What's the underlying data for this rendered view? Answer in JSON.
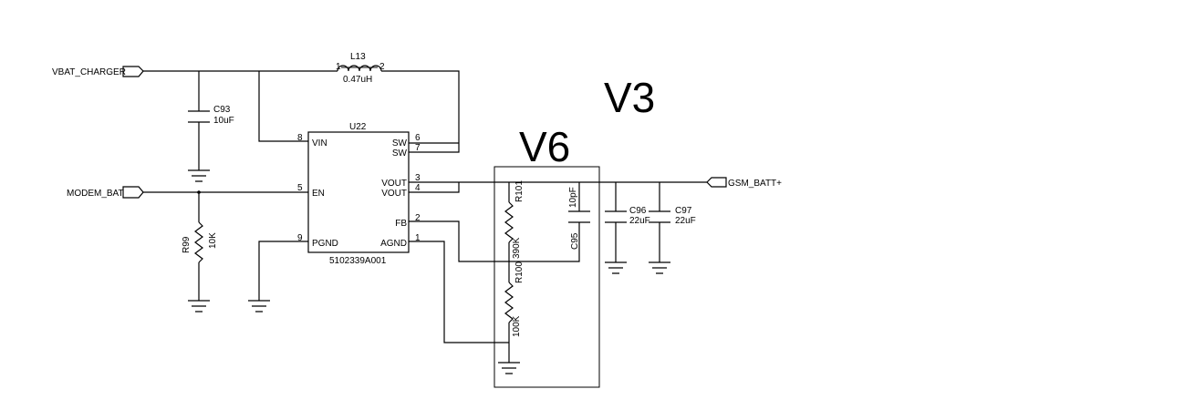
{
  "nets": {
    "vbat_charger": "VBAT_CHARGER",
    "modem_bat": "MODEM_BAT",
    "gsm_batt": "GSM_BATT+"
  },
  "inductor": {
    "ref": "L13",
    "value": "0.47uH",
    "pin1": "1",
    "pin2": "2"
  },
  "ic": {
    "ref": "U22",
    "part": "5102339A001",
    "pins": {
      "vin": {
        "name": "VIN",
        "num": "8"
      },
      "en": {
        "name": "EN",
        "num": "5"
      },
      "pgnd": {
        "name": "PGND",
        "num": "9"
      },
      "sw6": {
        "name": "SW",
        "num": "6"
      },
      "sw7": {
        "name": "SW",
        "num": "7"
      },
      "vout3": {
        "name": "VOUT",
        "num": "3"
      },
      "vout4": {
        "name": "VOUT",
        "num": "4"
      },
      "fb": {
        "name": "FB",
        "num": "2"
      },
      "agnd": {
        "name": "AGND",
        "num": "1"
      }
    }
  },
  "c93": {
    "ref": "C93",
    "value": "10uF"
  },
  "r99": {
    "ref": "R99",
    "value": "10K"
  },
  "r101": {
    "ref": "R101",
    "value": "390K"
  },
  "r100": {
    "ref": "R100",
    "value": "100K"
  },
  "c95": {
    "ref": "C95",
    "value": "10pF"
  },
  "c96": {
    "ref": "C96",
    "value": "22uF"
  },
  "c97": {
    "ref": "C97",
    "value": "22uF"
  },
  "annotations": {
    "v3": "V3",
    "v6": "V6"
  }
}
